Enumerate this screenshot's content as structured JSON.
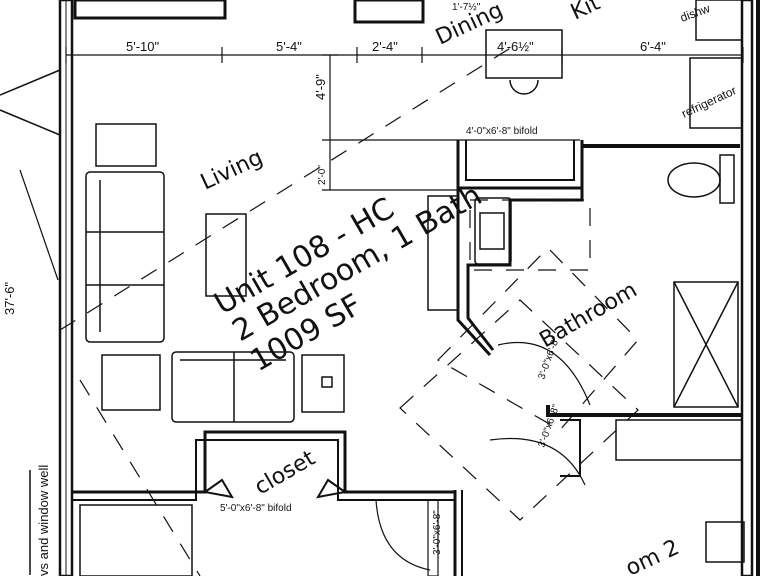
{
  "title": {
    "unit": "Unit 108 - HC",
    "bedrooms": "2 Bedroom, 1 Bath",
    "area": "1009 SF"
  },
  "rooms": {
    "living": "Living",
    "dining": "Dining",
    "kitchen": "Kit",
    "bathroom": "Bathroom",
    "closet": "closet",
    "bedroom2": "om 2"
  },
  "appliances": {
    "refrigerator": "refrigerator",
    "dishwasher": "dishw"
  },
  "dimensions": {
    "d1": "5'-10\"",
    "d2": "5'-4\"",
    "d3": "2'-4\"",
    "d4": "4'-6½\"",
    "d5": "6'-4\"",
    "d6": "1'-7½\"",
    "d7": "4'-9\"",
    "d8": "2'-0\"",
    "d9": "37'-6\""
  },
  "doors": {
    "bifold1": "4'-0\"x6'-8\" bifold",
    "bifold2": "5'-0\"x6'-8\" bifold",
    "door1": "3'-0\"x6'-8\"",
    "door2": "3'-0\"x6'-8\"",
    "door3": "3'-0\"x6'-8\""
  },
  "notes": {
    "window": "vs and window well"
  }
}
